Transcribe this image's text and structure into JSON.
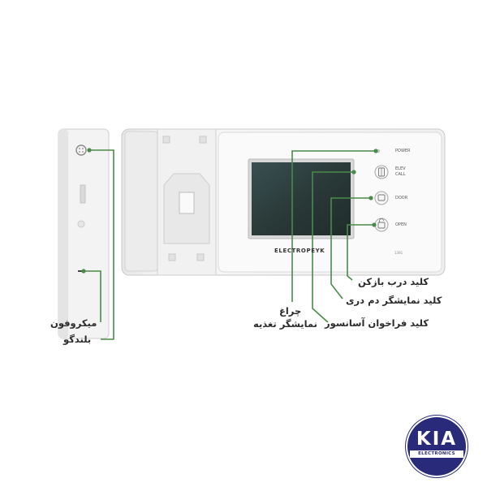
{
  "device": {
    "brand": "ELECTROPEYK",
    "model": "1391",
    "buttons": {
      "power": "POWER",
      "elev_line1": "ELEV",
      "elev_line2": "CALL",
      "door": "DOOR",
      "open": "OPEN"
    }
  },
  "annotations": {
    "microphone": "میکروفون",
    "speaker": "بلندگو",
    "power_light_line1": "چراغ",
    "power_light_line2": "نمایشگر تغذیه",
    "elevator_key": "کلید فراخوان آسانسور",
    "door_display_key": "کلید نمایشگر دم دری",
    "door_open_key": "کلید درب بازکن"
  },
  "logo": {
    "main": "KIA",
    "sub": "ELECTRONICS"
  },
  "colors": {
    "callout": "#4a8a4a",
    "logo_bg": "#2a2a7a",
    "device_body": "#f4f4f4",
    "screen": "#2c3d3a"
  }
}
